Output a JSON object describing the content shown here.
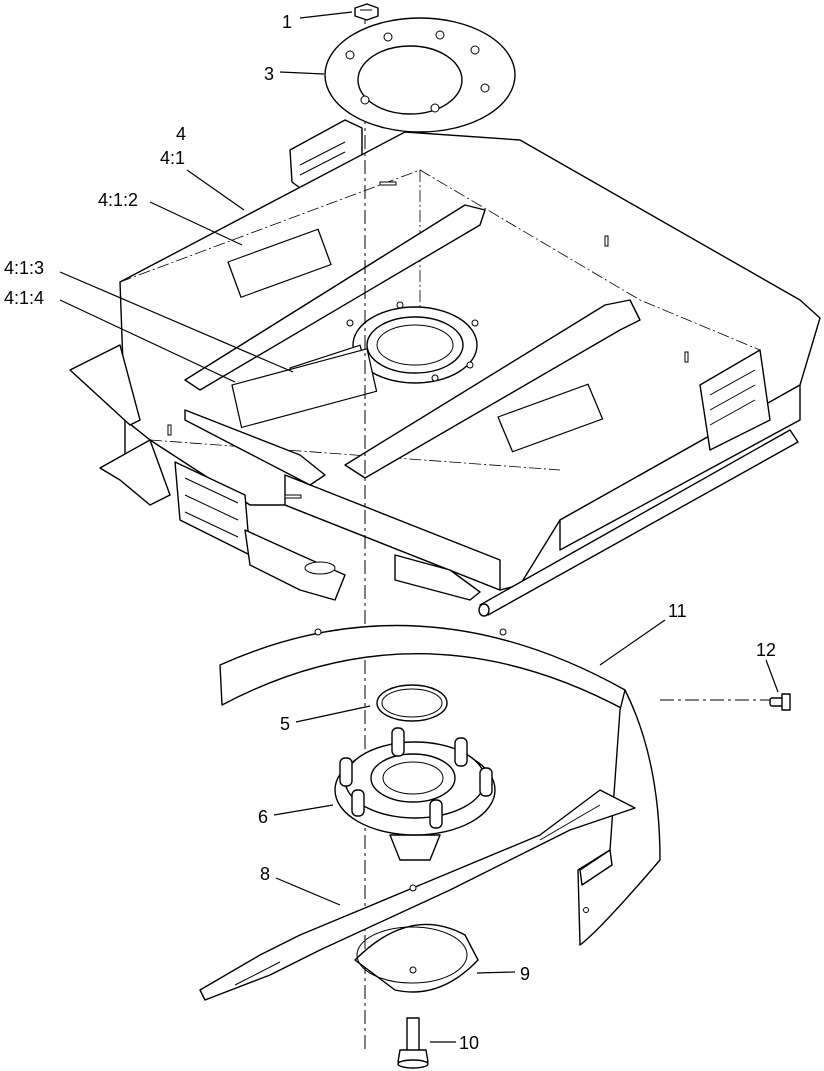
{
  "callouts": [
    {
      "id": "1",
      "text": "1"
    },
    {
      "id": "3",
      "text": "3"
    },
    {
      "id": "4",
      "text": "4"
    },
    {
      "id": "4-1",
      "text": "4:1"
    },
    {
      "id": "4-1-2",
      "text": "4:1:2"
    },
    {
      "id": "4-1-3",
      "text": "4:1:3"
    },
    {
      "id": "4-1-4",
      "text": "4:1:4"
    },
    {
      "id": "5",
      "text": "5"
    },
    {
      "id": "6",
      "text": "6"
    },
    {
      "id": "8",
      "text": "8"
    },
    {
      "id": "9",
      "text": "9"
    },
    {
      "id": "10",
      "text": "10"
    },
    {
      "id": "11",
      "text": "11"
    },
    {
      "id": "12",
      "text": "12"
    }
  ]
}
